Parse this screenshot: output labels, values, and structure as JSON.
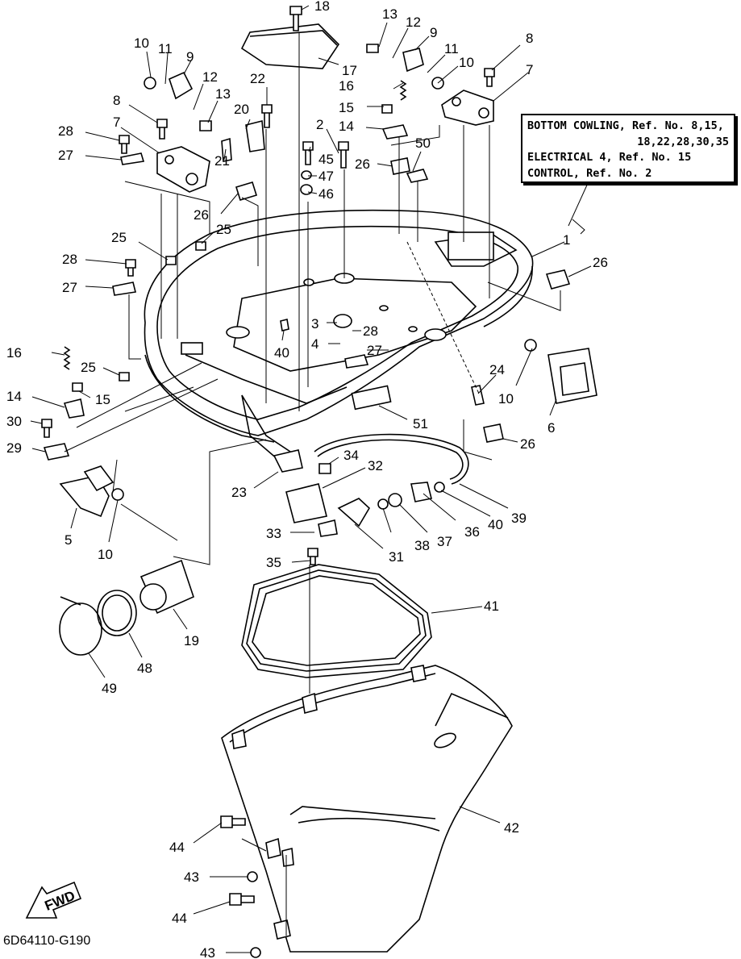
{
  "reference_box": {
    "line1": "BOTTOM COWLING, Ref. No. 8,15,",
    "line2": "18,22,28,30,35",
    "line3": "ELECTRICAL 4, Ref. No. 15",
    "line4": "CONTROL, Ref. No. 2"
  },
  "drawing_code": "6D64110-G190",
  "fwd_label": "FWD",
  "callouts": [
    "18",
    "17",
    "13",
    "12",
    "9",
    "11",
    "10",
    "8",
    "7",
    "16",
    "15",
    "14",
    "22",
    "20",
    "21",
    "10",
    "11",
    "9",
    "12",
    "13",
    "8",
    "7",
    "28",
    "27",
    "2",
    "45",
    "47",
    "46",
    "26",
    "50",
    "26",
    "25",
    "25",
    "28",
    "27",
    "1",
    "26",
    "3",
    "28",
    "4",
    "27",
    "40",
    "16",
    "25",
    "15",
    "14",
    "30",
    "29",
    "24",
    "10",
    "6",
    "51",
    "26",
    "5",
    "10",
    "23",
    "34",
    "32",
    "33",
    "31",
    "38",
    "37",
    "36",
    "40",
    "39",
    "35",
    "19",
    "48",
    "49",
    "41",
    "42",
    "44",
    "43",
    "44",
    "43"
  ]
}
